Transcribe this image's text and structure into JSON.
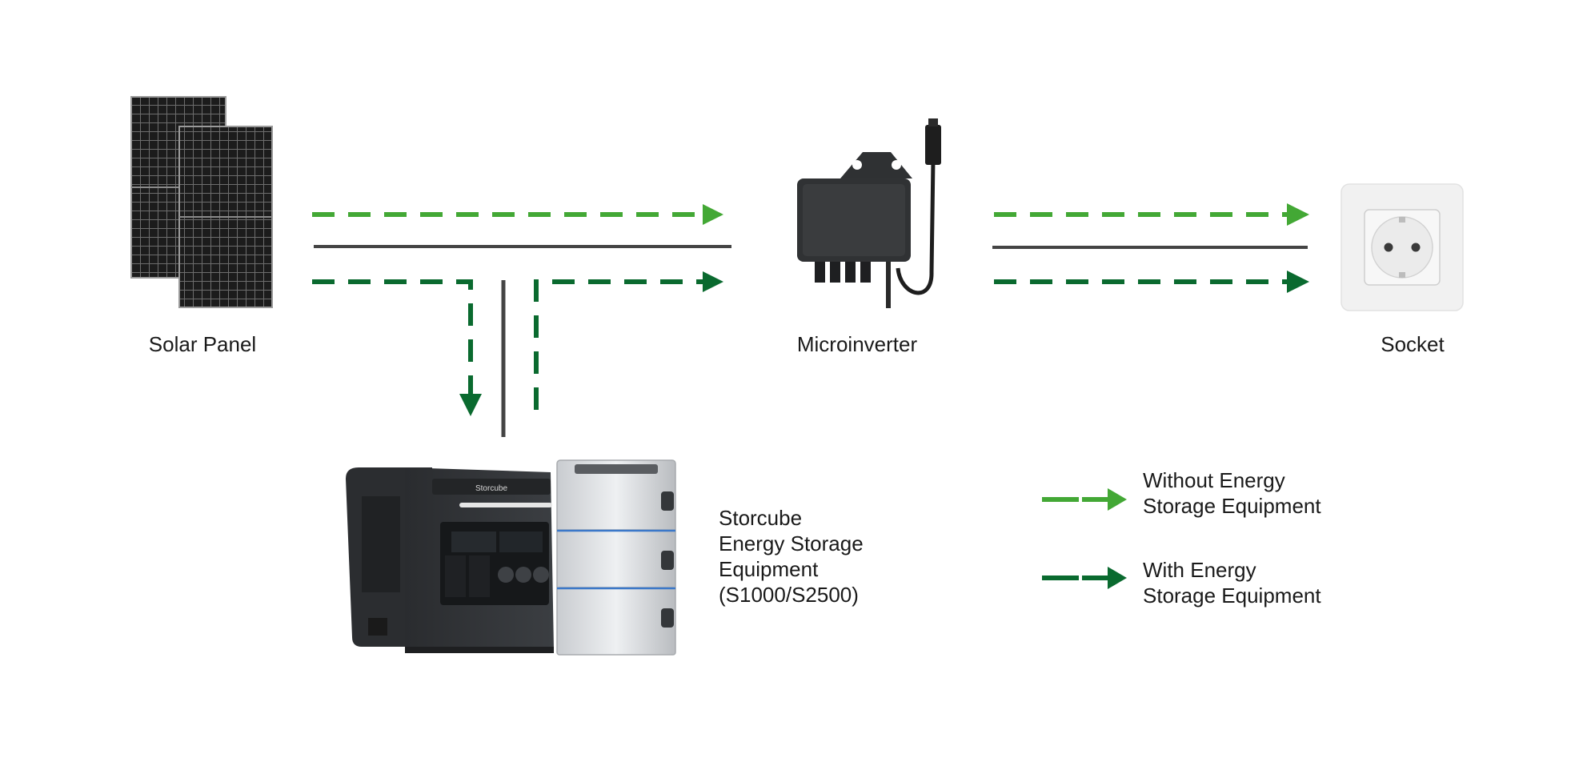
{
  "nodes": {
    "solar_panel": "Solar Panel",
    "microinverter": "Microinverter",
    "socket": "Socket",
    "storage": [
      "Storcube",
      "Energy Storage",
      "Equipment",
      "(S1000/S2500)"
    ],
    "storcube_logo": "Storcube"
  },
  "legend": {
    "without": [
      "Without Energy",
      "Storage Equipment"
    ],
    "with": [
      "With Energy",
      "Storage Equipment"
    ]
  },
  "colors": {
    "without_storage": "#43a835",
    "with_storage": "#0a6a2f",
    "wire": "#444444"
  }
}
